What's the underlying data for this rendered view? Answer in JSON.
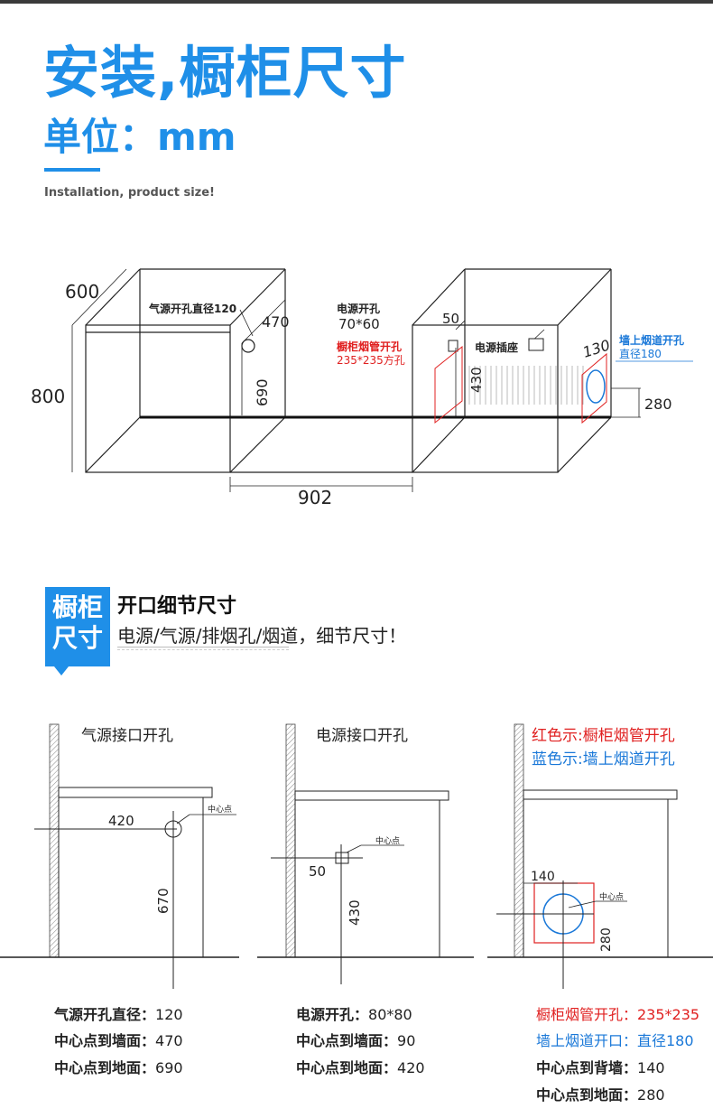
{
  "header": {
    "title": "安装,橱柜尺寸",
    "unit": "单位：mm",
    "subtitle": "Installation, product size!"
  },
  "cabinet": {
    "dim_width": "600",
    "dim_height": "800",
    "dim_span": "902",
    "gas_hole_label": "气源开孔直径120",
    "gas_depth": "470",
    "gas_height": "690",
    "power_hole_label": "电源开孔",
    "power_hole_size": "70*60",
    "power_offset": "50",
    "pipe_hole_label": "橱柜烟管开孔",
    "pipe_hole_size": "235*235方孔",
    "socket_label": "电源插座",
    "pipe_height": "430",
    "wall_offset": "130",
    "wall_hole_label": "墙上烟道开孔",
    "wall_hole_diameter": "直径180",
    "wall_hole_height": "280"
  },
  "section": {
    "badge_line1": "橱柜",
    "badge_line2": "尺寸",
    "title": "开口细节尺寸",
    "subtitle": "电源/气源/排烟孔/烟道，细节尺寸！"
  },
  "details": {
    "gas": {
      "title": "气源接口开孔",
      "horizontal": "420",
      "vertical": "670",
      "center_label": "中心点",
      "specs": [
        {
          "k": "气源开孔直径：",
          "v": "120"
        },
        {
          "k": "中心点到墙面：",
          "v": "470"
        },
        {
          "k": "中心点到地面：",
          "v": "690"
        }
      ]
    },
    "power": {
      "title": "电源接口开孔",
      "horizontal": "50",
      "vertical": "430",
      "center_label": "中心点",
      "specs": [
        {
          "k": "电源开孔：",
          "v": "80*80"
        },
        {
          "k": "中心点到墙面：",
          "v": "90"
        },
        {
          "k": "中心点到地面：",
          "v": "420"
        }
      ]
    },
    "pipe": {
      "legend_red": "红色示:橱柜烟管开孔",
      "legend_blue": "蓝色示:墙上烟道开孔",
      "horizontal": "140",
      "vertical": "280",
      "center_label": "中心点",
      "spec_red": "橱柜烟管开孔：235*235",
      "spec_blue": "墙上烟道开口：直径180",
      "specs": [
        {
          "k": "中心点到背墙：",
          "v": "140"
        },
        {
          "k": "中心点到地面：",
          "v": "280"
        }
      ]
    }
  },
  "colors": {
    "accent": "#1f8fe8",
    "red": "#e02020",
    "blue": "#1a78d8"
  }
}
